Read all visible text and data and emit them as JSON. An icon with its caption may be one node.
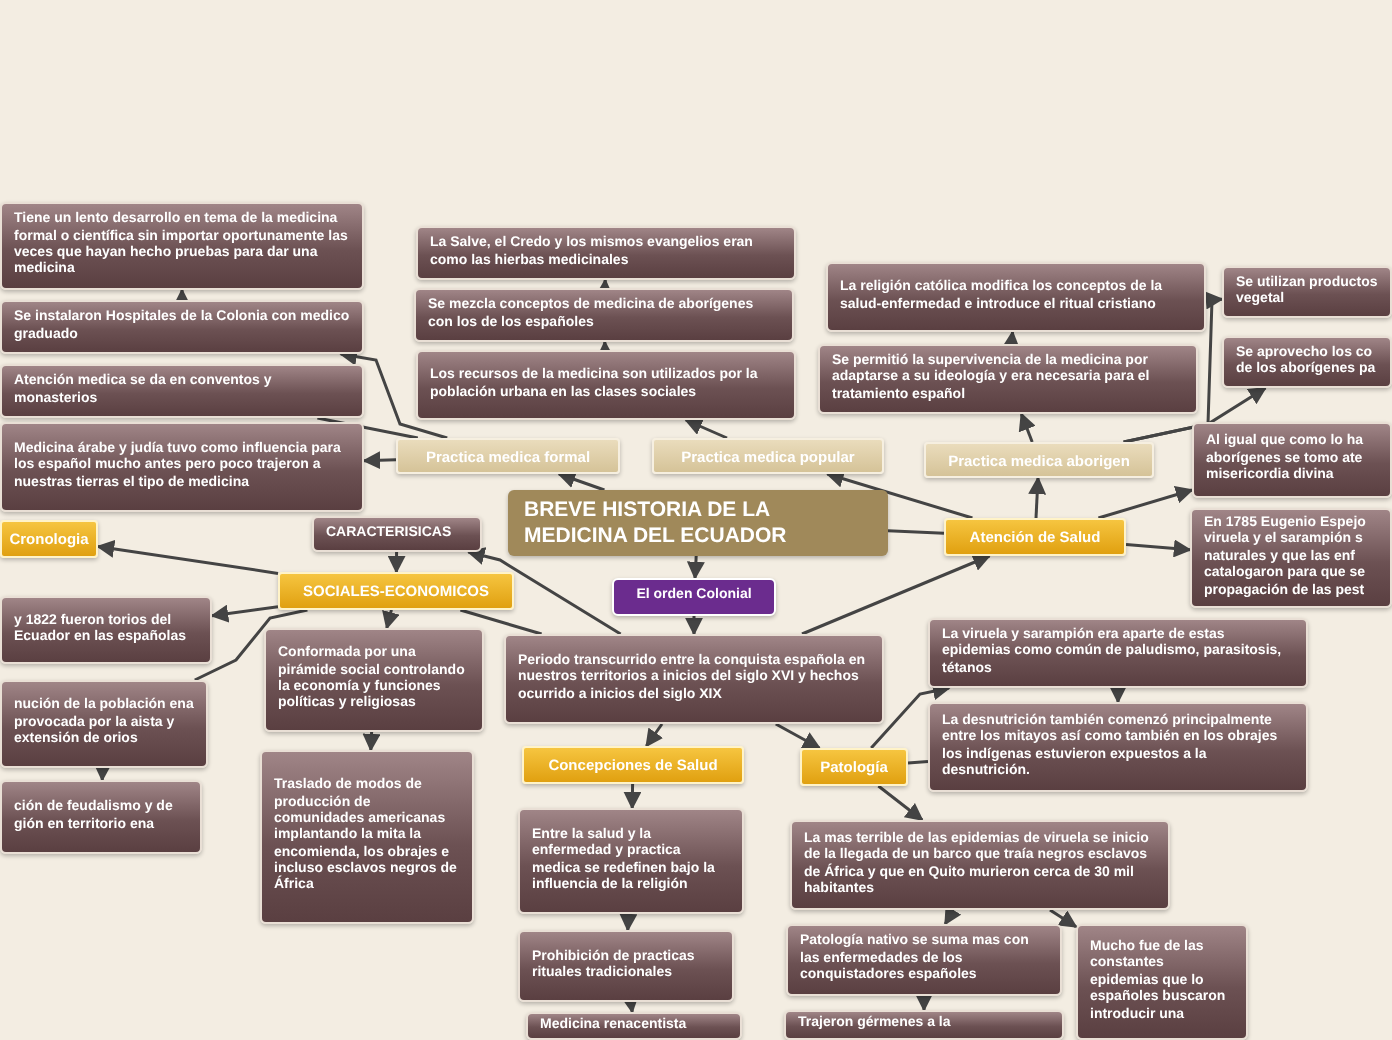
{
  "diagram": {
    "nodes": [
      {
        "text": [
          "BREVE HISTORIA DE LA MEDICINA DEL ECUADOR"
        ]
      },
      {
        "text": [
          "El orden Colonial"
        ]
      },
      {
        "text": [
          "Periodo transcurrido entre la conquista española en nuestros territorios a inicios del siglo XVI y hechos ocurrido a inicios del siglo XIX"
        ]
      },
      {
        "text": [
          "Concepciones de Salud"
        ]
      },
      {
        "text": [
          "Entre la salud y la enfermedad y practica medica se redefinen bajo la influencia de la religión"
        ]
      },
      {
        "text": [
          "Prohibición de practicas rituales tradicionales"
        ]
      },
      {
        "text": [
          "Medicina renacentista"
        ]
      },
      {
        "text": [
          "Patología"
        ]
      },
      {
        "text": [
          "La viruela y sarampión era aparte de estas epidemias como común de paludismo, parasitosis, tétanos"
        ]
      },
      {
        "text": [
          "La desnutrición también comenzó principalmente entre los mitayos así como también en los obrajes los indígenas estuvieron expuestos a la desnutrición."
        ]
      },
      {
        "text": [
          "La mas terrible de las epidemias de viruela se inicio de la llegada de un barco que traía negros esclavos de África y que en Quito murieron cerca de 30 mil habitantes"
        ]
      },
      {
        "text": [
          "Patología nativo se suma mas con las enfermedades de los conquistadores españoles"
        ]
      },
      {
        "text": [
          "Trajeron gérmenes a la"
        ]
      },
      {
        "text": [
          "Mucho fue de las constantes epidemias que lo españoles buscaron introducir una"
        ]
      },
      {
        "text": [
          "Atención de Salud"
        ]
      },
      {
        "text": [
          "Practica medica aborigen"
        ]
      },
      {
        "text": [
          "La religión católica modifica los conceptos de la salud-enfermedad e introduce el ritual cristiano"
        ]
      },
      {
        "text": [
          "Se permitió la supervivencia de la medicina por adaptarse a su ideología y era necesaria para el tratamiento español"
        ]
      },
      {
        "text": [
          "Se utilizan productos vegetal"
        ]
      },
      {
        "text": [
          "Se aprovecho los co de los aborígenes pa"
        ]
      },
      {
        "text": [
          "Al igual que como lo ha aborígenes se tomo ate misericordia divina"
        ]
      },
      {
        "text": [
          "En 1785 Eugenio Espejo viruela y el sarampión s naturales y que las enf catalogaron para que se propagación de las pest"
        ]
      },
      {
        "text": [
          "Practica medica popular"
        ]
      },
      {
        "text": [
          "La Salve, el Credo y los mismos evangelios eran como las hierbas medicinales"
        ]
      },
      {
        "text": [
          "Se mezcla conceptos de medicina de aborígenes con los de los españoles"
        ]
      },
      {
        "text": [
          "Los recursos de la medicina son utilizados por la población urbana en las clases sociales"
        ]
      },
      {
        "text": [
          "Practica medica formal"
        ]
      },
      {
        "text": [
          "Tiene un lento desarrollo en tema de la medicina formal o científica sin importar oportunamente las veces que hayan hecho pruebas para dar una medicina"
        ]
      },
      {
        "text": [
          "Se instalaron Hospitales de la Colonia con medico graduado"
        ]
      },
      {
        "text": [
          "Atención medica se da en conventos y monasterios"
        ]
      },
      {
        "text": [
          "Medicina árabe y judía tuvo como influencia para los español mucho antes pero poco trajeron a nuestras tierras el tipo de medicina"
        ]
      },
      {
        "text": [
          "CARACTERISICAS"
        ]
      },
      {
        "text": [
          "SOCIALES-ECONOMICOS"
        ]
      },
      {
        "text": [
          "Cronologia"
        ]
      },
      {
        "text": [
          "y 1822 fueron torios del Ecuador en las españolas"
        ]
      },
      {
        "text": [
          "nución de la población ena provocada por la aista y extensión de orios"
        ]
      },
      {
        "text": [
          "ción de feudalismo y de gión en territorio ena"
        ]
      },
      {
        "text": [
          "Conformada por una pirámide social controlando la economía y funciones políticas y religiosas"
        ]
      },
      {
        "text": [
          "Traslado de modos de producción de comunidades americanas implantando la mita la encomienda, los obrajes e incluso esclavos negros de África"
        ]
      }
    ],
    "edges": [
      {
        "from": 0,
        "to": 1,
        "arrow": "to"
      },
      {
        "from": 1,
        "to": 2,
        "arrow": "to"
      },
      {
        "from": 2,
        "to": 3,
        "arrow": "to"
      },
      {
        "from": 2,
        "to": 7,
        "arrow": "to"
      },
      {
        "from": 3,
        "to": 4,
        "arrow": "to"
      },
      {
        "from": 4,
        "to": 5,
        "arrow": "to"
      },
      {
        "from": 5,
        "to": 6,
        "arrow": "to"
      },
      {
        "from": 7,
        "to": 8,
        "arrow": "to"
      },
      {
        "from": 7,
        "to": 9,
        "arrow": "none"
      },
      {
        "from": 8,
        "to": 9,
        "arrow": "to"
      },
      {
        "from": 7,
        "to": 10,
        "arrow": "to"
      },
      {
        "from": 10,
        "to": 11,
        "arrow": "to"
      },
      {
        "from": 10,
        "to": 13,
        "arrow": "to"
      },
      {
        "from": 11,
        "to": 12,
        "arrow": "to"
      },
      {
        "from": 2,
        "to": 14,
        "arrow": "to"
      },
      {
        "from": 0,
        "to": 14,
        "arrow": "none"
      },
      {
        "from": 14,
        "to": 22,
        "arrow": "to"
      },
      {
        "from": 14,
        "to": 15,
        "arrow": "to"
      },
      {
        "from": 14,
        "to": 20,
        "arrow": "to"
      },
      {
        "from": 14,
        "to": 21,
        "arrow": "to"
      },
      {
        "from": 15,
        "to": 17,
        "arrow": "to"
      },
      {
        "from": 15,
        "to": 18,
        "arrow": "to"
      },
      {
        "from": 15,
        "to": 19,
        "arrow": "to"
      },
      {
        "from": 17,
        "to": 16,
        "arrow": "to"
      },
      {
        "from": 0,
        "to": 26,
        "arrow": "to"
      },
      {
        "from": 22,
        "to": 25,
        "arrow": "to"
      },
      {
        "from": 25,
        "to": 24,
        "arrow": "to"
      },
      {
        "from": 24,
        "to": 23,
        "arrow": "to"
      },
      {
        "from": 26,
        "to": 28,
        "arrow": "to"
      },
      {
        "from": 26,
        "to": 29,
        "arrow": "none"
      },
      {
        "from": 26,
        "to": 30,
        "arrow": "to"
      },
      {
        "from": 28,
        "to": 27,
        "arrow": "to"
      },
      {
        "from": 2,
        "to": 31,
        "arrow": "to"
      },
      {
        "from": 2,
        "to": 32,
        "arrow": "none"
      },
      {
        "from": 31,
        "to": 32,
        "arrow": "to"
      },
      {
        "from": 32,
        "to": 33,
        "arrow": "to"
      },
      {
        "from": 32,
        "to": 34,
        "arrow": "to"
      },
      {
        "from": 32,
        "to": 35,
        "arrow": "none"
      },
      {
        "from": 35,
        "to": 36,
        "arrow": "to"
      },
      {
        "from": 32,
        "to": 37,
        "arrow": "to"
      },
      {
        "from": 37,
        "to": 38,
        "arrow": "to"
      }
    ]
  }
}
